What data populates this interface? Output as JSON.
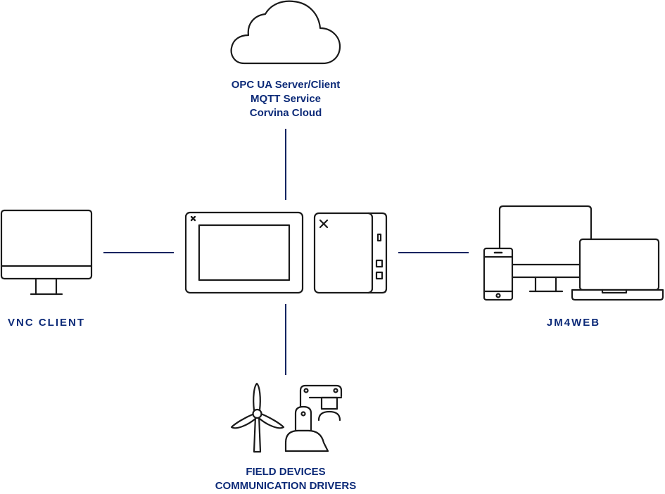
{
  "diagram": {
    "title": "Device connectivity overview",
    "nodes": {
      "cloud": {
        "icon": "cloud-icon",
        "lines": [
          "OPC UA Server/Client",
          "MQTT Service",
          "Corvina Cloud"
        ]
      },
      "vnc_client": {
        "icon": "desktop-monitor-icon",
        "label": "VNC CLIENT"
      },
      "center": {
        "icons": [
          "hmi-panel-icon",
          "box-pc-icon"
        ]
      },
      "jm4web": {
        "icon": "multi-device-icon",
        "label": "JM4WEB"
      },
      "field_devices": {
        "icons": [
          "wind-turbine-icon",
          "robot-arm-icon"
        ],
        "lines": [
          "FIELD DEVICES",
          "COMMUNICATION DRIVERS"
        ]
      }
    },
    "connections": [
      {
        "from": "center",
        "to": "cloud"
      },
      {
        "from": "center",
        "to": "vnc_client"
      },
      {
        "from": "center",
        "to": "jm4web"
      },
      {
        "from": "center",
        "to": "field_devices"
      }
    ],
    "colors": {
      "label_text": "#0c2a78",
      "connector": "#0e2460",
      "icon_stroke": "#1a1a1a",
      "background": "#ffffff"
    }
  }
}
